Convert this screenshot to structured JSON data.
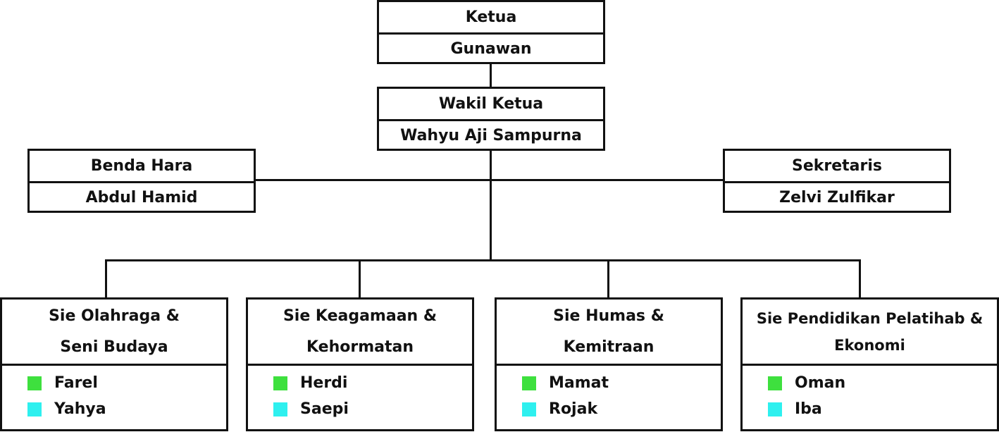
{
  "colors": {
    "line": "#111111",
    "member_primary": "#3ee03e",
    "member_secondary": "#2ef0ef"
  },
  "ketua": {
    "title": "Ketua",
    "name": "Gunawan"
  },
  "wakil": {
    "title": "Wakil Ketua",
    "name": "Wahyu Aji Sampurna"
  },
  "bendahara": {
    "title": "Benda Hara",
    "name": "Abdul Hamid"
  },
  "sekretaris": {
    "title": "Sekretaris",
    "name": "Zelvi Zulfikar"
  },
  "sie": [
    {
      "title_line1": "Sie Olahraga &",
      "title_line2": "Seni Budaya",
      "members": [
        {
          "name": "Farel",
          "color": "green-square-icon"
        },
        {
          "name": "Yahya",
          "color": "cyan-square-icon"
        }
      ]
    },
    {
      "title_line1": "Sie Keagamaan &",
      "title_line2": "Kehormatan",
      "members": [
        {
          "name": "Herdi",
          "color": "green-square-icon"
        },
        {
          "name": "Saepi",
          "color": "cyan-square-icon"
        }
      ]
    },
    {
      "title_line1": "Sie Humas &",
      "title_line2": "Kemitraan",
      "members": [
        {
          "name": "Mamat",
          "color": "green-square-icon"
        },
        {
          "name": "Rojak",
          "color": "cyan-square-icon"
        }
      ]
    },
    {
      "title_line1": "Sie Pendidikan Pelatihab &",
      "title_line2": "Ekonomi",
      "members": [
        {
          "name": "Oman",
          "color": "green-square-icon"
        },
        {
          "name": "Iba",
          "color": "cyan-square-icon"
        }
      ]
    }
  ]
}
